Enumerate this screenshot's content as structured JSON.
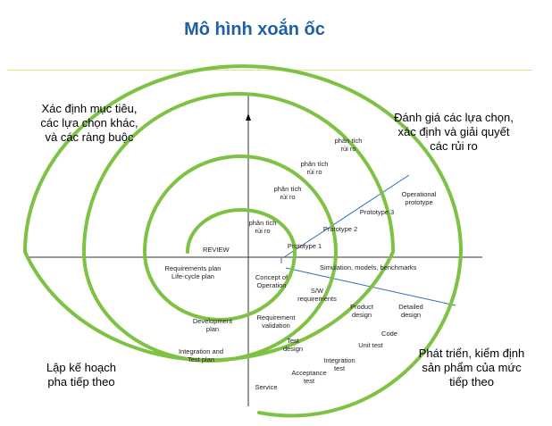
{
  "title": "Mô hình xoắn ốc",
  "quadrants": {
    "top_left": "Xác định mục tiêu,\ncác lựa chọn khác,\nvà các ràng buộc",
    "top_right": "Đánh giá các lựa chọn,\nxác định và giải quyết\ncác rủi ro",
    "bottom_left": "Lập kế hoạch\npha tiếp theo",
    "bottom_right": "Phát triển, kiểm định\nsản phẩm của mức\ntiếp theo"
  },
  "risk_analysis": [
    "phân tích\nrủi ro",
    "phân tích\nrủi ro",
    "phân tích\nrủi ro",
    "phân tích\nrủi ro"
  ],
  "prototypes": [
    "Prototype 1",
    "Prototype 2",
    "Prototype 3",
    "Operational\nprototype"
  ],
  "review": "REVIEW",
  "simulation": "Simulation, models, benchmarks",
  "plans": [
    "Requirements plan\nLife-cycle plan",
    "Development\nplan",
    "Integration and\nTest plan"
  ],
  "dev_steps": {
    "concept": "Concept of\nOperation",
    "sw_req": "S/W\nrequirements",
    "req_validation": "Requirement\nvalidation",
    "product_design": "Product\ndesign",
    "detailed_design": "Detailed\ndesign",
    "code": "Code",
    "test_design": "Test\ndesign",
    "unit_test": "Unit test",
    "integration_test": "Integration\ntest",
    "acceptance_test": "Acceptance\ntest",
    "service": "Service"
  },
  "colors": {
    "spiral": "#7dc242",
    "axis": "#333333",
    "title": "#1f5fa8",
    "divider": "#2f6db5"
  }
}
